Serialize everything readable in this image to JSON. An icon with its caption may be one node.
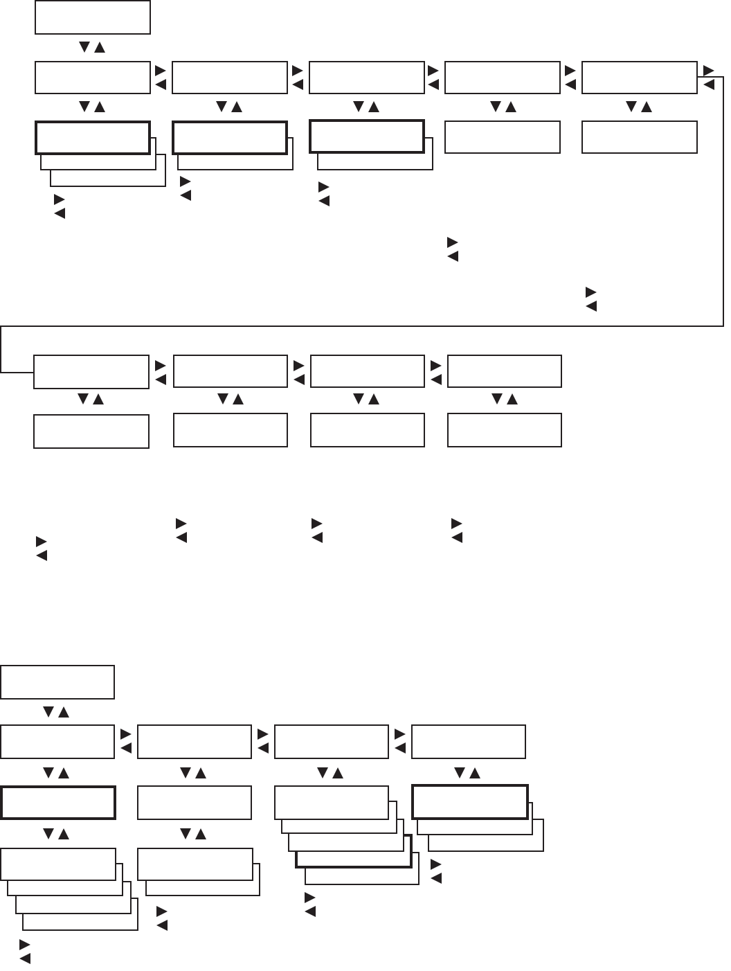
{
  "diagram": {
    "nodes": [
      {
        "text": [],
        "shape": "box"
      },
      {
        "text": [],
        "shape": "box"
      },
      {
        "text": [],
        "shape": "box"
      },
      {
        "text": [],
        "shape": "box"
      },
      {
        "text": [],
        "shape": "box"
      },
      {
        "text": [],
        "shape": "box"
      },
      {
        "text": [],
        "shape": "box"
      },
      {
        "text": [],
        "shape": "box"
      },
      {
        "text": [],
        "shape": "box"
      },
      {
        "text": [],
        "shape": "box"
      },
      {
        "text": [],
        "shape": "box"
      },
      {
        "text": [],
        "shape": "box"
      },
      {
        "text": [],
        "shape": "box"
      },
      {
        "text": [],
        "shape": "box"
      },
      {
        "text": [],
        "shape": "box"
      },
      {
        "text": [],
        "shape": "box"
      },
      {
        "text": [],
        "shape": "box"
      },
      {
        "text": [],
        "shape": "box"
      },
      {
        "text": [],
        "shape": "box"
      },
      {
        "text": [],
        "shape": "box"
      },
      {
        "text": [],
        "shape": "box"
      },
      {
        "text": [],
        "shape": "box"
      },
      {
        "text": [],
        "shape": "box"
      },
      {
        "text": [],
        "shape": "box"
      },
      {
        "text": [],
        "shape": "box"
      },
      {
        "text": [],
        "shape": "box"
      },
      {
        "text": [],
        "shape": "box"
      },
      {
        "text": [],
        "shape": "box"
      },
      {
        "text": [],
        "shape": "box"
      },
      {
        "text": [],
        "shape": "box"
      }
    ],
    "edges": [
      {
        "from": 5,
        "to": 11,
        "arrow": "none"
      }
    ]
  }
}
